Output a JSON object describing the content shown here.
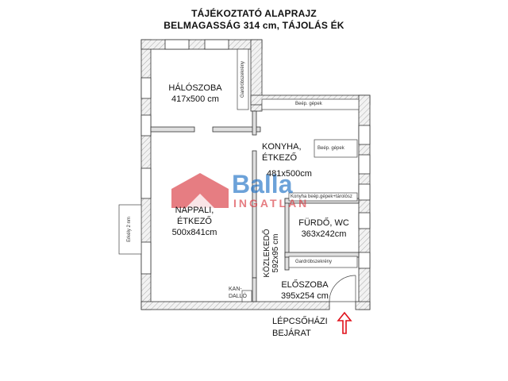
{
  "header": {
    "title": "TÁJÉKOZTATÓ ALAPRAJZ",
    "subtitle": "BELMAGASSÁG 314 cm, TÁJOLÁS ÉK"
  },
  "rooms": {
    "bedroom": {
      "name": "HÁLÓSZOBA",
      "size": "417x500 cm"
    },
    "kitchen": {
      "name_line1": "KONYHA,",
      "name_line2": "ÉTKEZŐ",
      "size": "481x500cm"
    },
    "living": {
      "name_line1": "NAPPALI,",
      "name_line2": "ÉTKEZŐ",
      "size": "500x841cm"
    },
    "bathroom": {
      "name": "FÜRDŐ, WC",
      "size": "363x242cm"
    },
    "corridor": {
      "name": "KÖZLEKEDŐ",
      "size": "592x95 cm"
    },
    "hall": {
      "name": "ELŐSZOBA",
      "size": "395x254 cm"
    }
  },
  "fixtures": {
    "wardrobe_bedroom": "Gardróbszekrény",
    "appliances_top": "Beép. gépek",
    "appliances_right": "Beép. gépek",
    "cabinet_row": "Konyha beép.gépek+tárolósz",
    "wardrobe_hall": "Gardróbszekrény",
    "fireplace_line1": "KAN-",
    "fireplace_line2": "DALLÓ",
    "balcony": "Erkély 2 nm"
  },
  "entrance": {
    "line1": "LÉPCSŐHÁZI",
    "line2": "BEJÁRAT"
  },
  "watermark": {
    "brand": "Balla",
    "sub": "INGATLAN"
  },
  "colors": {
    "wall": "#e8e8e8",
    "wall_stroke": "#333333",
    "arrow": "#e0101a",
    "logo_red": "#d8343c",
    "logo_blue": "#1a6ec4"
  }
}
